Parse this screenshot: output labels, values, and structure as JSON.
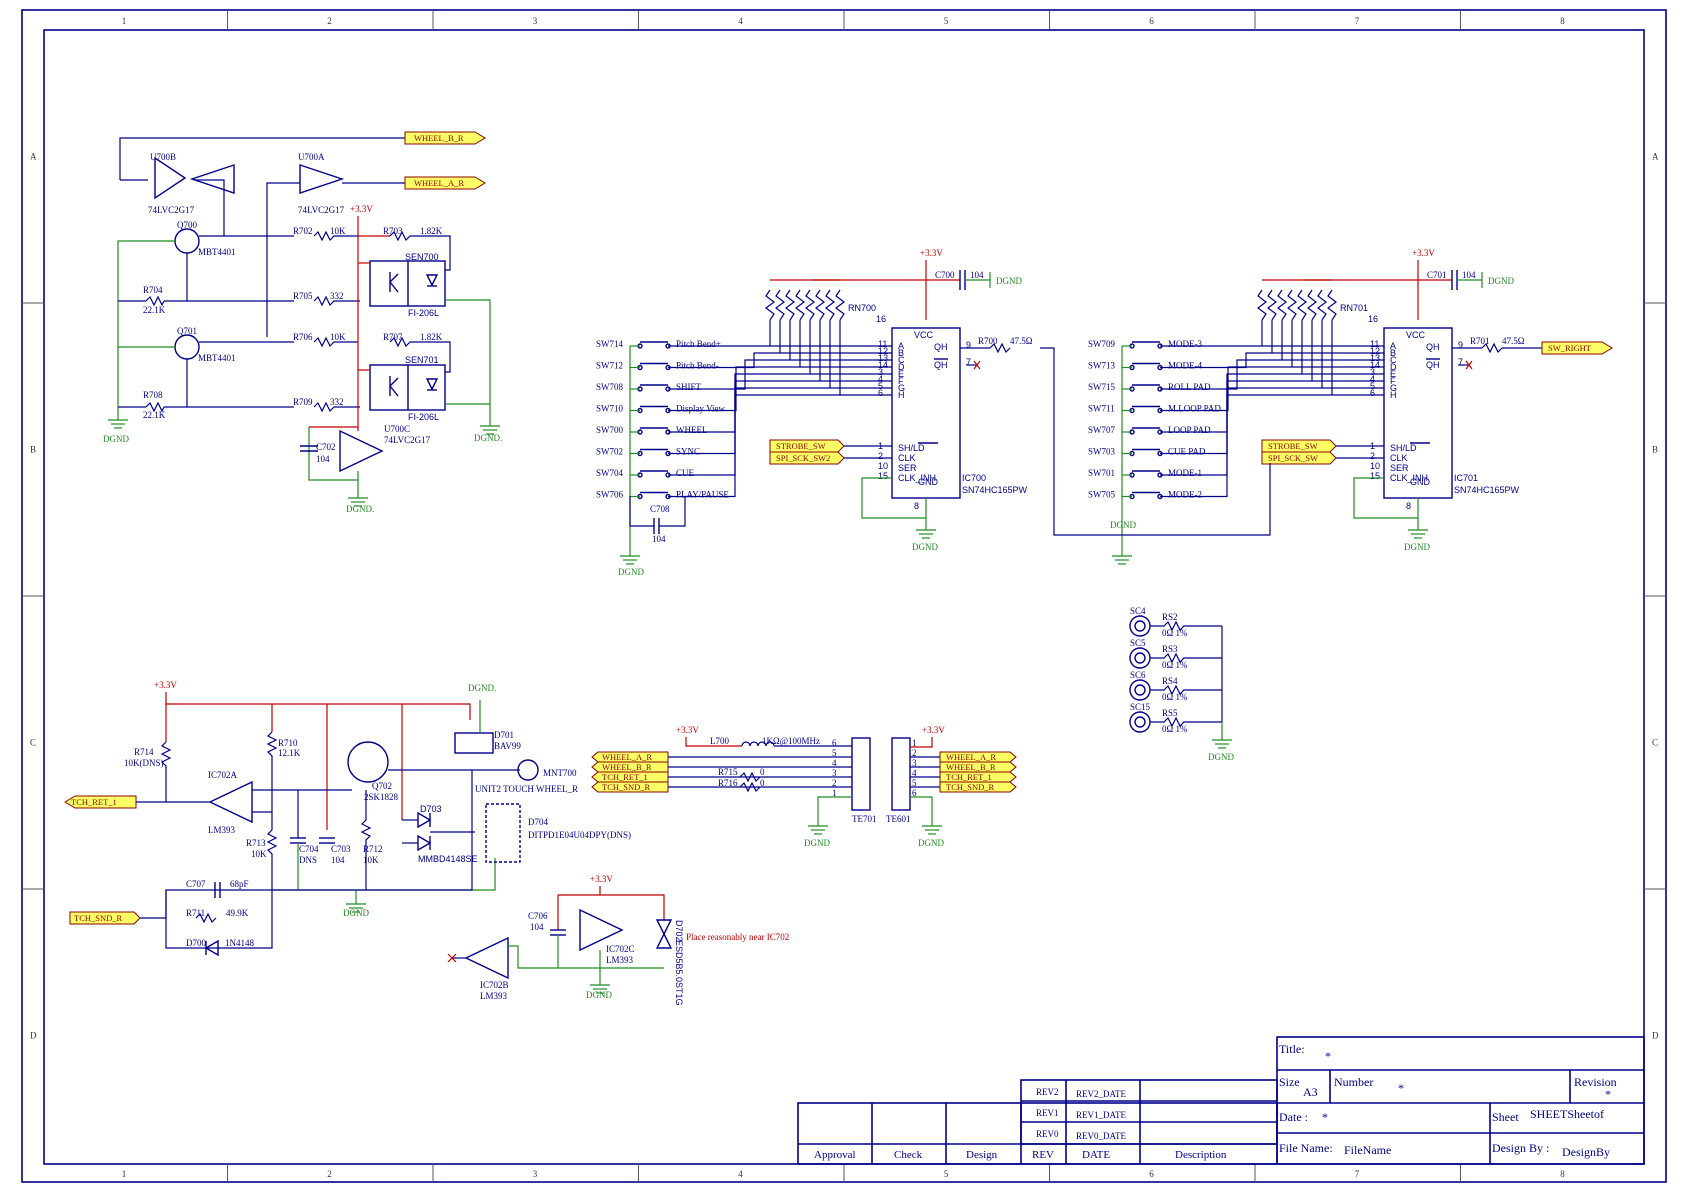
{
  "frame": {
    "columns": [
      "1",
      "2",
      "3",
      "4",
      "5",
      "6",
      "7",
      "8"
    ],
    "rows": [
      "A",
      "B",
      "C",
      "D"
    ]
  },
  "top_left": {
    "u700b": "U700B",
    "u700b_part": "74LVC2G17",
    "u700a": "U700A",
    "u700a_part": "74LVC2G17",
    "u700c": "U700C",
    "u700c_part": "74LVC2G17",
    "wheel_br": "WHEEL_B_R",
    "wheel_ar": "WHEEL_A_R",
    "vcc": "+3.3V",
    "q700": "Q700",
    "q700_part": "MBT4401",
    "q701": "Q701",
    "q701_part": "MBT4401",
    "r702": "R702",
    "r702_v": "10K",
    "r703": "R703",
    "r703_v": "1.82K",
    "r704": "R704",
    "r704_v": "22.1K",
    "r705": "R705",
    "r705_v": "332",
    "r706": "R706",
    "r706_v": "10K",
    "r707": "R707",
    "r707_v": "1.82K",
    "r708": "R708",
    "r708_v": "22.1K",
    "r709": "R709",
    "r709_v": "332",
    "sen700": "SEN700",
    "sen700_part": "FI-206L",
    "sen701": "SEN701",
    "sen701_part": "FI-206L",
    "c702": "C702",
    "c702_v": "104",
    "dgnd": "DGND",
    "dgnd_dot": "DGND."
  },
  "mid_left": {
    "vcc": "+3.3V",
    "c700": "C700",
    "c700_v": "104",
    "rn700": "RN700",
    "switches": [
      {
        "ref": "SW714",
        "name": "Pitch Bend+"
      },
      {
        "ref": "SW712",
        "name": "Pitch Bend-"
      },
      {
        "ref": "SW708",
        "name": "SHIFT"
      },
      {
        "ref": "SW710",
        "name": "Display View"
      },
      {
        "ref": "SW700",
        "name": "WHEEL"
      },
      {
        "ref": "SW702",
        "name": "SYNC"
      },
      {
        "ref": "SW704",
        "name": "CUE"
      },
      {
        "ref": "SW706",
        "name": "PLAY/PAUSE"
      }
    ],
    "c708": "C708",
    "c708_v": "104",
    "strobe": "STROBE_SW",
    "sck": "SPI_SCK_SW2",
    "ic": "IC700",
    "ic_part": "SN74HC165PW",
    "r700": "R700",
    "r700_v": "47.5Ω",
    "dgnd": "DGND"
  },
  "mid_right": {
    "vcc": "+3.3V",
    "c701": "C701",
    "c701_v": "104",
    "rn701": "RN701",
    "switches": [
      {
        "ref": "SW709",
        "name": "MODE-3"
      },
      {
        "ref": "SW713",
        "name": "MODE-4"
      },
      {
        "ref": "SW715",
        "name": "ROLL PAD"
      },
      {
        "ref": "SW711",
        "name": "M.LOOP PAD"
      },
      {
        "ref": "SW707",
        "name": "LOOP PAD"
      },
      {
        "ref": "SW703",
        "name": "CUE PAD"
      },
      {
        "ref": "SW701",
        "name": "MODE-1"
      },
      {
        "ref": "SW705",
        "name": "MODE-2"
      }
    ],
    "strobe": "STROBE_SW",
    "sck": "SPI_SCK_SW",
    "ic": "IC701",
    "ic_part": "SN74HC165PW",
    "r701": "R701",
    "r701_v": "47.5Ω",
    "sw_right": "SW_RIGHT",
    "dgnd": "DGND"
  },
  "chip_pins": {
    "vcc": "VCC",
    "qh": "QH",
    "qhn": "QH",
    "abcd": [
      "A",
      "B",
      "C",
      "D",
      "E",
      "F",
      "G",
      "H"
    ],
    "shld": "SH/LD",
    "clk": "CLK",
    "ser": "SER",
    "clkinh": "CLK_INH",
    "gnd": "GND",
    "p16": "16",
    "p9": "9",
    "p7": "7",
    "p8": "8",
    "left_pins": [
      "11",
      "12",
      "13",
      "14",
      "3",
      "4",
      "5",
      "6"
    ],
    "ctrl_pins": [
      "1",
      "2",
      "10",
      "15"
    ]
  },
  "screws": {
    "items": [
      {
        "ref": "SC4",
        "r": "RS2",
        "v": "0Ω 1%"
      },
      {
        "ref": "SC5",
        "r": "RS3",
        "v": "0Ω 1%"
      },
      {
        "ref": "SC6",
        "r": "RS4",
        "v": "0Ω 1%"
      },
      {
        "ref": "SC15",
        "r": "RS5",
        "v": "0Ω 1%"
      }
    ],
    "dgnd": "DGND"
  },
  "touch": {
    "vcc": "+3.3V",
    "r714": "R714",
    "r714_v": "10K(DNS)",
    "tch_ret": "TCH_RET_1",
    "ic702a": "IC702A",
    "ic702a_part": "LM393",
    "r710": "R710",
    "r710_v": "12.1K",
    "r713": "R713",
    "r713_v": "10K",
    "c704": "C704",
    "c704_v": "DNS",
    "c703": "C703",
    "c703_v": "104",
    "r712": "R712",
    "r712_v": "10K",
    "q702": "Q702",
    "q702_part": "2SK1828",
    "d701": "D701",
    "d701_part": "BAV99",
    "dgnd_dot": "DGND.",
    "mnt700": "MNT700",
    "unit": "UNIT2 TOUCH WHEEL_R",
    "d703": "D703",
    "d703_part": "MMBD4148SE",
    "d704": "D704",
    "d704_part": "DITPD1E04U04DPY(DNS)",
    "tch_snd": "TCH_SND_R",
    "c707": "C707",
    "c707_v": "68pF",
    "r711": "R711",
    "r711_v": "49.9K",
    "d700": "D700",
    "d700_part": "1N4148",
    "dgnd": "DGND",
    "c706": "C706",
    "c706_v": "104",
    "ic702c": "IC702C",
    "ic702c_part": "LM393",
    "ic702b": "IC702B",
    "ic702b_part": "LM393",
    "d702": "D702",
    "d702_part": "ESD5B5.0ST1G",
    "note": "Place reasonably near IC702"
  },
  "connectors": {
    "vcc": "+3.3V",
    "l700": "L700",
    "l700_v": "1KΩ@100MHz",
    "r715": "R715",
    "r716": "R716",
    "zero": "0",
    "left_ports": [
      "WHEEL_A_R",
      "WHEEL_B_R",
      "TCH_RET_1",
      "TCH_SND_R"
    ],
    "right_ports": [
      "WHEEL_A_R",
      "WHEEL_B_R",
      "TCH_RET_1",
      "TCH_SND_R"
    ],
    "te701": "TE701",
    "te601": "TE601",
    "left_pins": [
      "6",
      "5",
      "4",
      "3",
      "2",
      "1"
    ],
    "right_pins": [
      "1",
      "2",
      "3",
      "4",
      "5",
      "6"
    ],
    "dgnd": "DGND"
  },
  "title_block": {
    "title_label": "Title:",
    "title_value": "*",
    "size_label": "Size",
    "size_value": "A3",
    "number_label": "Number",
    "number_value": "*",
    "revision_label": "Revision",
    "revision_value": "*",
    "date_label": "Date :",
    "date_value": "*",
    "sheet_label": "Sheet",
    "sheet_value": "SHEETSheetof",
    "file_label": "File Name:",
    "file_value": "FileName",
    "design_label": "Design By :",
    "design_value": "DesignBy",
    "rev_rows": [
      {
        "rev": "REV2",
        "date": "REV2_DATE"
      },
      {
        "rev": "REV1",
        "date": "REV1_DATE"
      },
      {
        "rev": "REV0",
        "date": "REV0_DATE"
      }
    ],
    "footer": [
      "Approval",
      "Check",
      "Design",
      "REV",
      "DATE",
      "Description"
    ]
  }
}
